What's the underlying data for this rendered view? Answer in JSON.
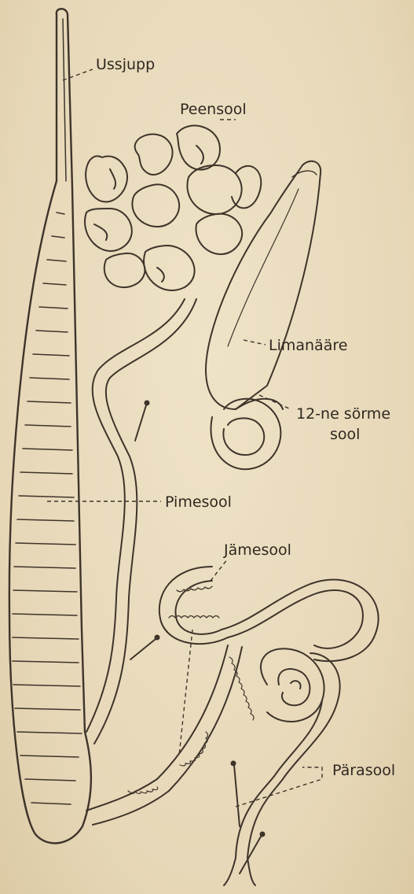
{
  "labels": {
    "ussjupp": "Ussjupp",
    "peensool": "Peensool",
    "limanaare": "Limanääre",
    "kaksteistsormiksool_line1": "12-ne sörme",
    "kaksteistsormiksool_line2": "sool",
    "pimesool": "Pimesool",
    "jamesool": "Jämesool",
    "parasool": "Pärasool"
  },
  "colors": {
    "paper": "#e9dcbf",
    "ink": "#3e342a"
  }
}
